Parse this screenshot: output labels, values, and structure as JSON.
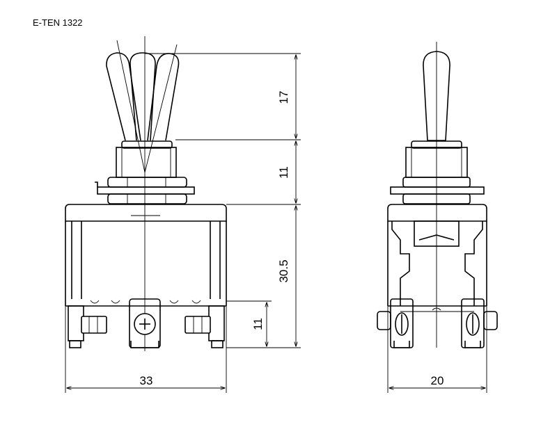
{
  "title": "E-TEN 1322",
  "dimensions": {
    "lever_height": "17",
    "bushing_height": "11",
    "body_height": "30.5",
    "terminal_height": "11",
    "body_width": "33",
    "side_width": "20"
  }
}
